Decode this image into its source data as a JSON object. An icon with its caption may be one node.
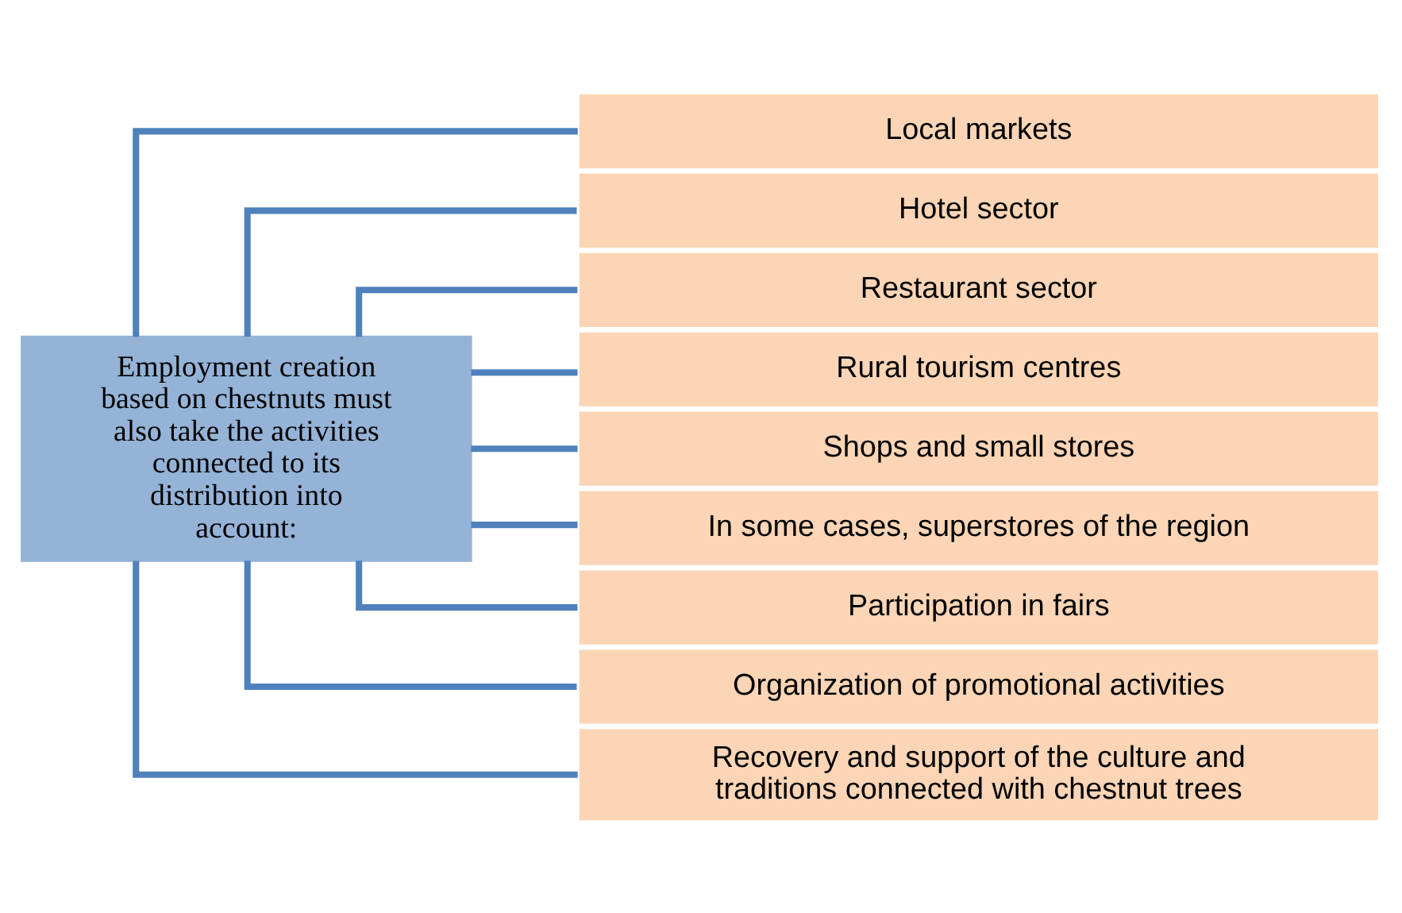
{
  "diagram": {
    "nodes": [
      {
        "text": [
          "Employment creation based on chestnuts must also take the activities connected to its distribution into account:"
        ]
      },
      {
        "text": [
          "Local markets"
        ]
      },
      {
        "text": [
          "Hotel sector"
        ]
      },
      {
        "text": [
          "Restaurant sector"
        ]
      },
      {
        "text": [
          "Rural tourism centres"
        ]
      },
      {
        "text": [
          "Shops and small stores"
        ]
      },
      {
        "text": [
          "In some cases, superstores of the region"
        ]
      },
      {
        "text": [
          "Participation in fairs"
        ]
      },
      {
        "text": [
          "Organization of promotional activities"
        ]
      },
      {
        "text": [
          "Recovery and support of the culture and traditions connected with chestnut trees"
        ]
      }
    ],
    "edges": [
      {
        "from": 0,
        "to": 1,
        "arrow": "none"
      },
      {
        "from": 0,
        "to": 2,
        "arrow": "none"
      },
      {
        "from": 0,
        "to": 3,
        "arrow": "none"
      },
      {
        "from": 0,
        "to": 4,
        "arrow": "none"
      },
      {
        "from": 0,
        "to": 5,
        "arrow": "none"
      },
      {
        "from": 0,
        "to": 6,
        "arrow": "none"
      },
      {
        "from": 0,
        "to": 7,
        "arrow": "none"
      },
      {
        "from": 0,
        "to": 8,
        "arrow": "none"
      },
      {
        "from": 0,
        "to": 9,
        "arrow": "none"
      }
    ]
  }
}
